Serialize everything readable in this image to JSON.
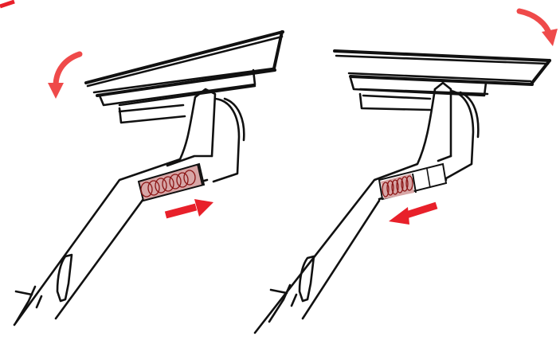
{
  "diagram": {
    "panels": [
      {
        "state": "extended",
        "spring": "compressed"
      },
      {
        "state": "retracted",
        "spring": "relaxed"
      }
    ],
    "colors": {
      "ink": "#111111",
      "arrow": "#e8202a",
      "rotation_arrow": "#ef4a4a",
      "spring_fill": "#c98a8a",
      "spring_coil": "#8a1414",
      "background": "#ffffff"
    },
    "icons": [
      "rotate-counterclockwise-arrow-icon",
      "rotate-clockwise-arrow-icon",
      "slide-right-arrow-icon",
      "slide-left-arrow-icon"
    ]
  }
}
